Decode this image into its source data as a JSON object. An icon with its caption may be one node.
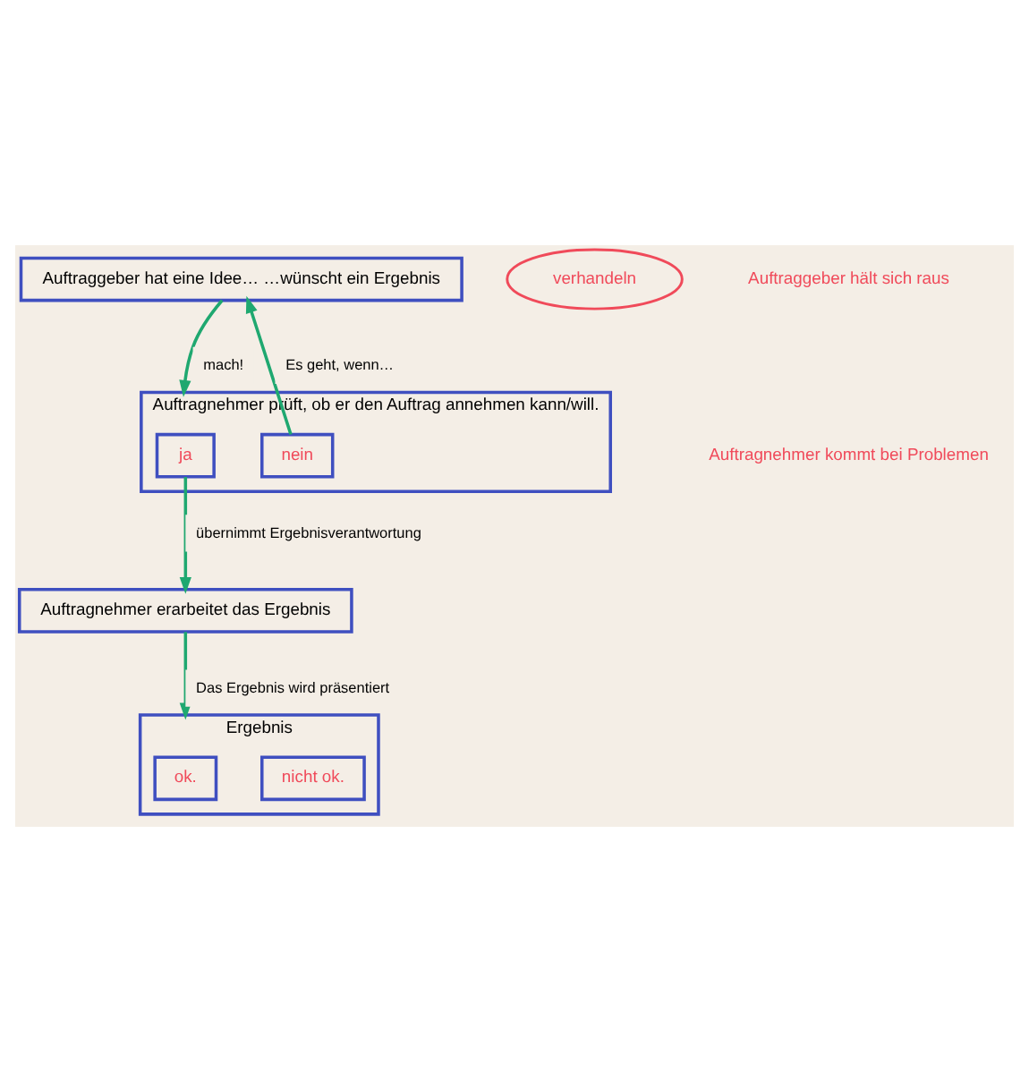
{
  "diagram": {
    "nodes": [
      {
        "text": [
          "Ergebnis"
        ]
      },
      {
        "text": [
          "nicht ok."
        ],
        "in": 0
      },
      {
        "text": [
          "ok."
        ],
        "in": 0
      },
      {
        "text": [
          "Auftraggeber hat eine Idee… …wünscht ein Ergebnis"
        ]
      },
      {
        "text": [
          "verhandeln"
        ]
      },
      {
        "text": [
          "Auftragnehmer prüft, ob er den Auftrag annehmen kann/will."
        ]
      },
      {
        "text": [
          "nein"
        ],
        "in": 5
      },
      {
        "text": [
          "ja"
        ],
        "in": 5
      },
      {
        "text": [
          "Auftragnehmer erarbeitet das Ergebnis"
        ]
      }
    ],
    "edges": [
      {
        "from": 6,
        "to": 3,
        "arrow": "to",
        "label": "Es geht, wenn…"
      },
      {
        "from": 3,
        "to": 5,
        "arrow": "to",
        "label": "mach!"
      },
      {
        "from": 7,
        "to": 8,
        "arrow": "to",
        "label": "übernimmt Ergebnisverantwortung"
      },
      {
        "from": 8,
        "to": 0,
        "arrow": "to",
        "label": "Das Ergebnis wird präsentiert"
      }
    ],
    "labels": [
      "Auftraggeber hält sich raus",
      "Auftragnehmer kommt bei Problemen"
    ]
  }
}
